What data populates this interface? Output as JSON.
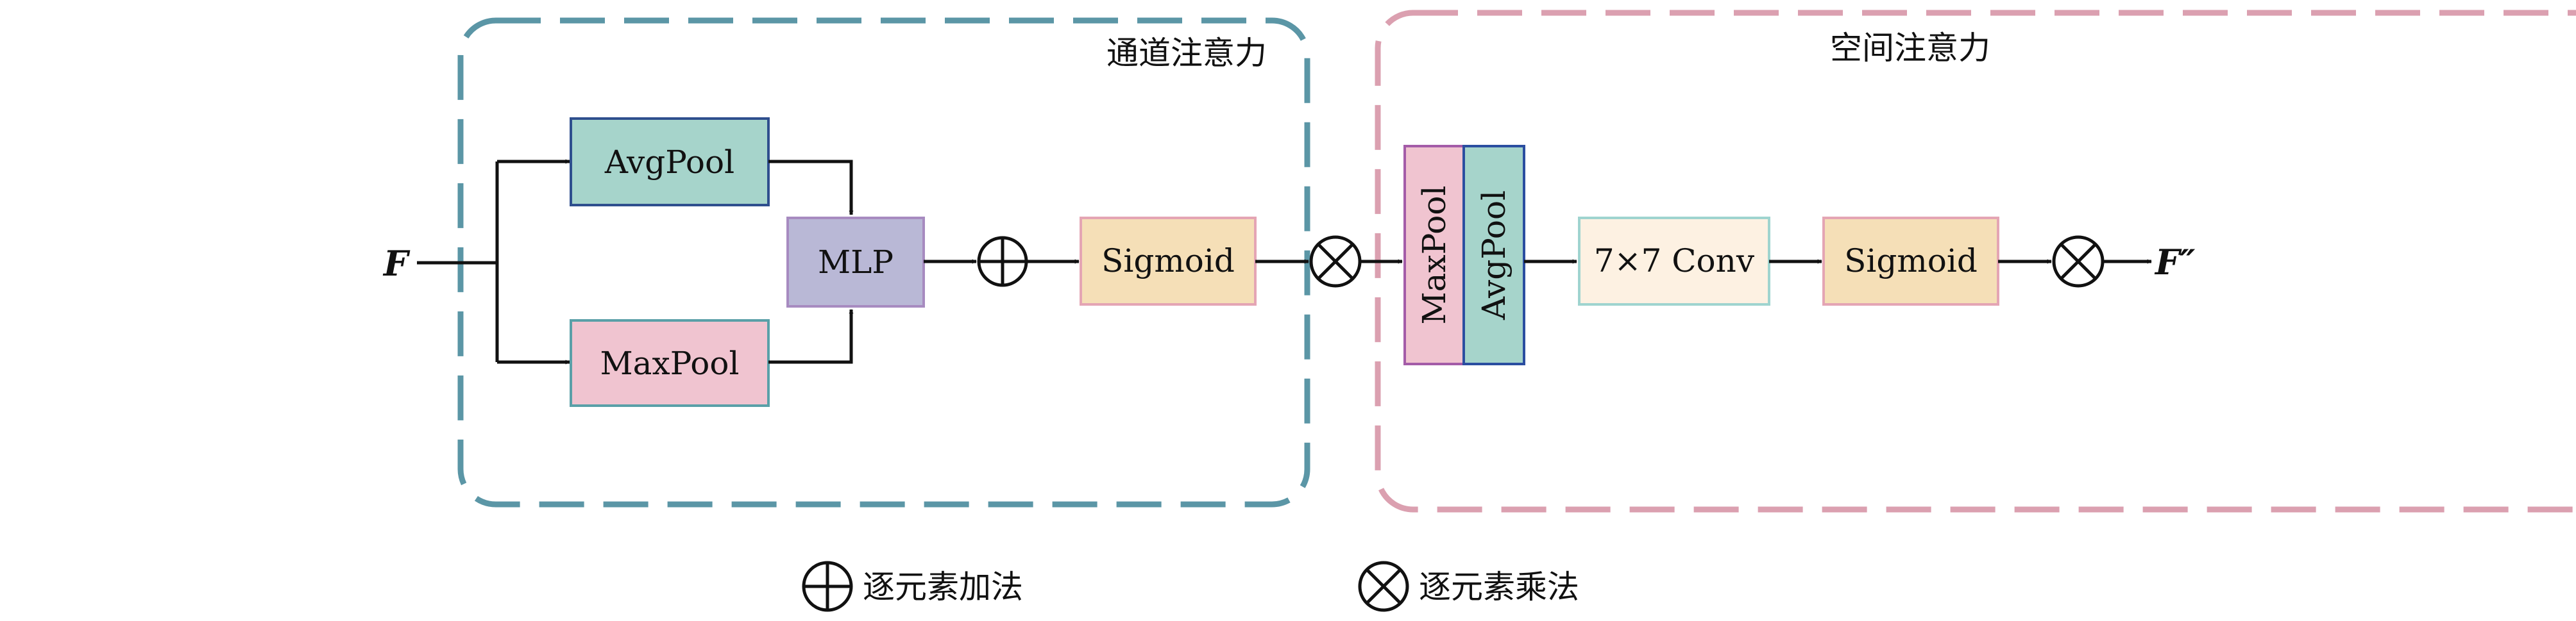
{
  "input_label": "F",
  "output_label": "F″",
  "channel_attention": {
    "title": "通道注意力",
    "avgpool_label": "AvgPool",
    "maxpool_label": "MaxPool",
    "mlp_label": "MLP",
    "sigmoid_label": "Sigmoid"
  },
  "spatial_attention": {
    "title": "空间注意力",
    "maxpool_label": "MaxPool",
    "avgpool_label": "AvgPool",
    "conv_label": "7×7 Conv",
    "sigmoid_label": "Sigmoid"
  },
  "legend": {
    "add_label": "逐元素加法",
    "mul_label": "逐元素乘法"
  },
  "colors": {
    "channel_frame": "#5b96a6",
    "spatial_frame": "#dba0b0",
    "avgpool_fill": "#a6d4cb",
    "avgpool_border": "#2f4f8e",
    "maxpool_fill": "#f0c4d0",
    "maxpool_border": "#5aa0a8",
    "mlp_fill": "#b9b8d6",
    "mlp_border": "#a78bc0",
    "sigmoid_fill": "#f5dfb7",
    "sigmoid_border": "#e4a5b4",
    "conv_fill": "#fdf1e2",
    "conv_border": "#9fd4cf",
    "spatial_maxpool_border": "#a45ca8",
    "spatial_avgpool_border": "#2b4ea0"
  }
}
